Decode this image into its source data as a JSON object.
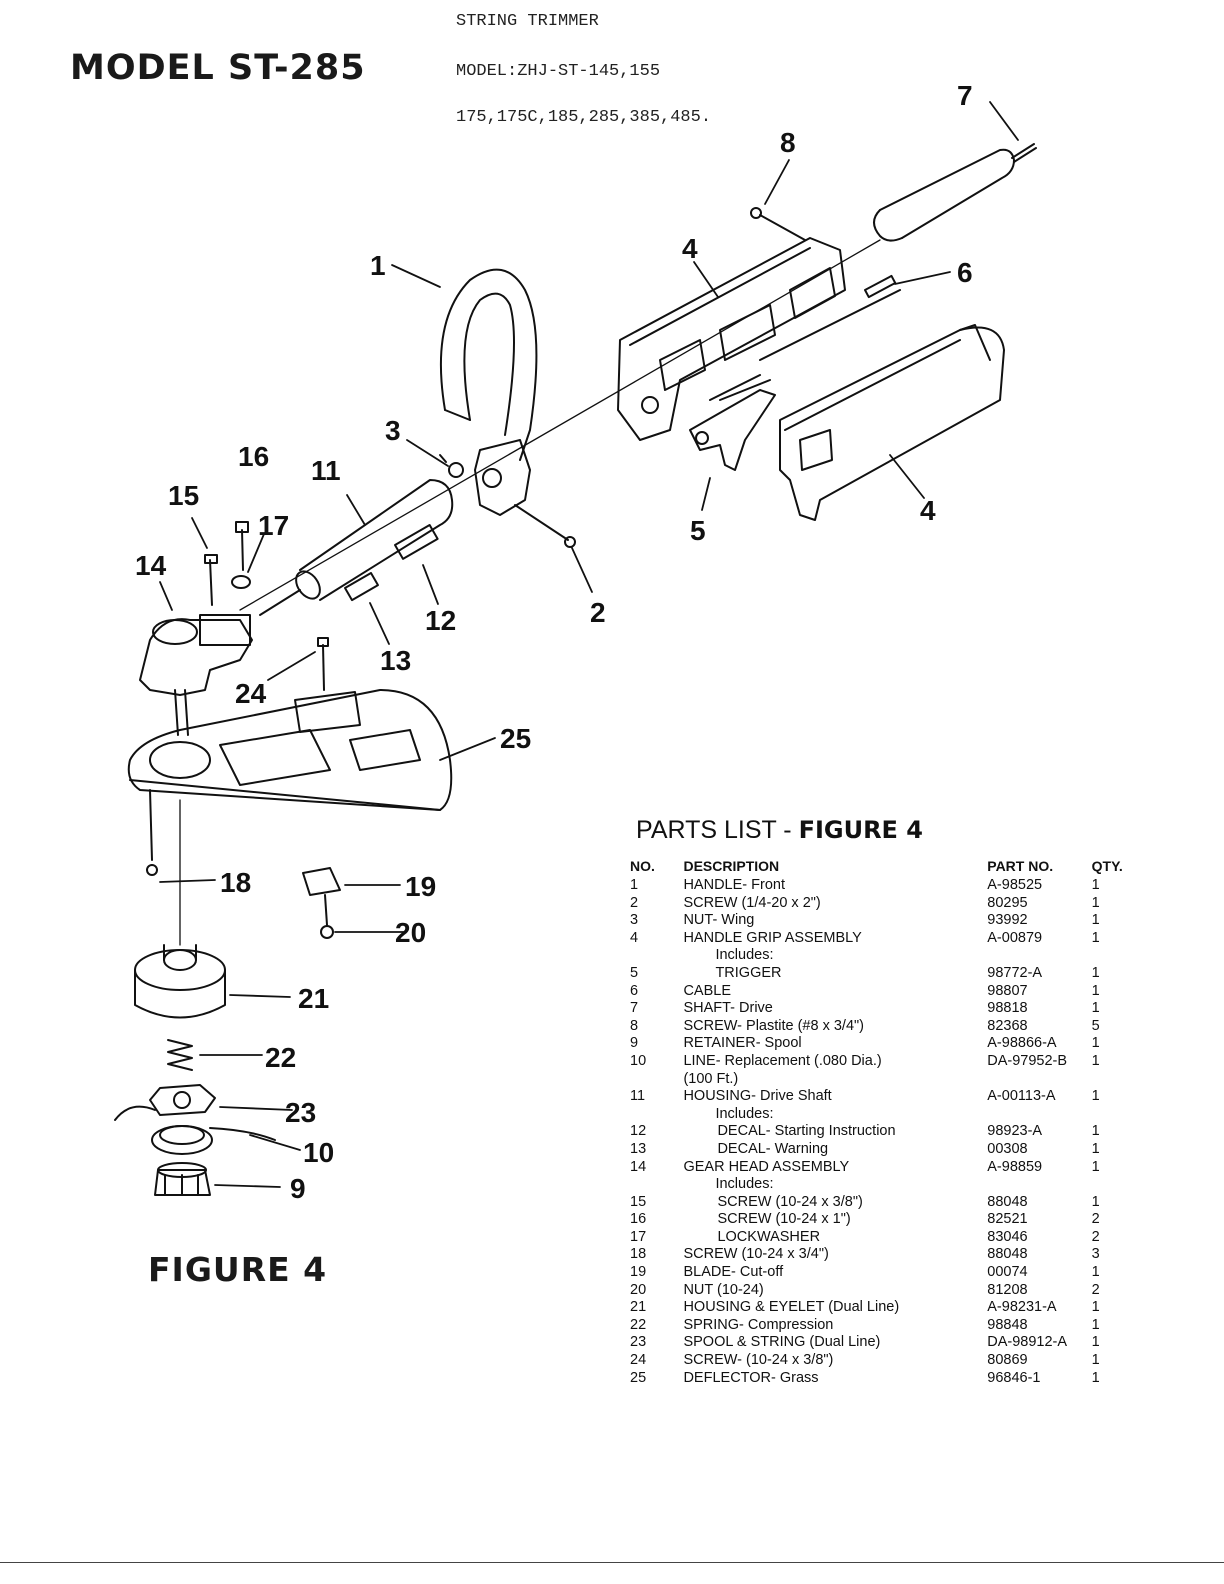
{
  "header": {
    "model_title": "MODEL ST-285",
    "typed_line_1": "STRING TRIMMER",
    "typed_line_2": "MODEL:ZHJ-ST-145,155",
    "typed_line_3": "175,175C,185,285,385,485."
  },
  "figure_label": "FIGURE 4",
  "callouts": [
    "1",
    "2",
    "3",
    "4",
    "4",
    "5",
    "6",
    "7",
    "8",
    "9",
    "10",
    "11",
    "12",
    "13",
    "14",
    "15",
    "16",
    "17",
    "18",
    "19",
    "20",
    "21",
    "22",
    "23",
    "24",
    "25"
  ],
  "parts_list": {
    "title_prefix": "PARTS LIST - ",
    "title_figure": "FIGURE 4",
    "columns": {
      "no": "NO.",
      "description": "DESCRIPTION",
      "part_no": "PART NO.",
      "qty": "QTY."
    },
    "rows": [
      {
        "no": "1",
        "description": "HANDLE- Front",
        "part_no": "A-98525",
        "qty": "1",
        "indent": 0
      },
      {
        "no": "2",
        "description": "SCREW (1/4-20 x 2\")",
        "part_no": "80295",
        "qty": "1",
        "indent": 0
      },
      {
        "no": "3",
        "description": "NUT- Wing",
        "part_no": "93992",
        "qty": "1",
        "indent": 0
      },
      {
        "no": "4",
        "description": "HANDLE GRIP ASSEMBLY",
        "part_no": "A-00879",
        "qty": "1",
        "indent": 0
      },
      {
        "no": "",
        "description": "Includes:",
        "part_no": "",
        "qty": "",
        "indent": 1
      },
      {
        "no": "5",
        "description": "TRIGGER",
        "part_no": "98772-A",
        "qty": "1",
        "indent": 1
      },
      {
        "no": "6",
        "description": "CABLE",
        "part_no": "98807",
        "qty": "1",
        "indent": 0
      },
      {
        "no": "7",
        "description": "SHAFT- Drive",
        "part_no": "98818",
        "qty": "1",
        "indent": 0
      },
      {
        "no": "8",
        "description": "SCREW- Plastite (#8 x 3/4\")",
        "part_no": "82368",
        "qty": "5",
        "indent": 0
      },
      {
        "no": "9",
        "description": "RETAINER- Spool",
        "part_no": "A-98866-A",
        "qty": "1",
        "indent": 0
      },
      {
        "no": "10",
        "description": "LINE- Replacement (.080 Dia.)",
        "part_no": "DA-97952-B",
        "qty": "1",
        "indent": 0
      },
      {
        "no": "",
        "description": "(100 Ft.)",
        "part_no": "",
        "qty": "",
        "indent": 0
      },
      {
        "no": "11",
        "description": "HOUSING- Drive Shaft",
        "part_no": "A-00113-A",
        "qty": "1",
        "indent": 0
      },
      {
        "no": "",
        "description": "Includes:",
        "part_no": "",
        "qty": "",
        "indent": 1
      },
      {
        "no": "12",
        "description": "DECAL- Starting Instruction",
        "part_no": "98923-A",
        "qty": "1",
        "indent": 2
      },
      {
        "no": "13",
        "description": "DECAL- Warning",
        "part_no": "00308",
        "qty": "1",
        "indent": 2
      },
      {
        "no": "14",
        "description": "GEAR HEAD ASSEMBLY",
        "part_no": "A-98859",
        "qty": "1",
        "indent": 0
      },
      {
        "no": "",
        "description": "Includes:",
        "part_no": "",
        "qty": "",
        "indent": 1
      },
      {
        "no": "15",
        "description": "SCREW (10-24 x 3/8\")",
        "part_no": "88048",
        "qty": "1",
        "indent": 2
      },
      {
        "no": "16",
        "description": "SCREW (10-24 x 1\")",
        "part_no": "82521",
        "qty": "2",
        "indent": 2
      },
      {
        "no": "17",
        "description": "LOCKWASHER",
        "part_no": "83046",
        "qty": "2",
        "indent": 2
      },
      {
        "no": "18",
        "description": "SCREW (10-24 x 3/4\")",
        "part_no": "88048",
        "qty": "3",
        "indent": 0
      },
      {
        "no": "19",
        "description": "BLADE- Cut-off",
        "part_no": "00074",
        "qty": "1",
        "indent": 0
      },
      {
        "no": "20",
        "description": "NUT (10-24)",
        "part_no": "81208",
        "qty": "2",
        "indent": 0
      },
      {
        "no": "21",
        "description": "HOUSING & EYELET (Dual Line)",
        "part_no": "A-98231-A",
        "qty": "1",
        "indent": 0
      },
      {
        "no": "22",
        "description": "SPRING- Compression",
        "part_no": "98848",
        "qty": "1",
        "indent": 0
      },
      {
        "no": "23",
        "description": "SPOOL & STRING (Dual Line)",
        "part_no": "DA-98912-A",
        "qty": "1",
        "indent": 0
      },
      {
        "no": "24",
        "description": "SCREW- (10-24 x 3/8\")",
        "part_no": "80869",
        "qty": "1",
        "indent": 0
      },
      {
        "no": "25",
        "description": "DEFLECTOR- Grass",
        "part_no": "96846-1",
        "qty": "1",
        "indent": 0
      }
    ]
  }
}
